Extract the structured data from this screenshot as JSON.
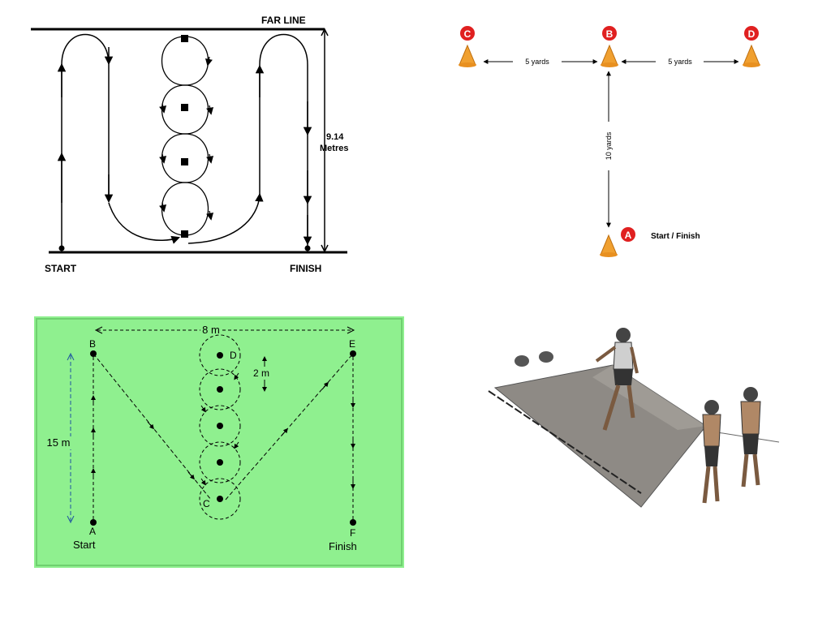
{
  "diagram1": {
    "top_label": "FAR LINE",
    "start_label": "START",
    "finish_label": "FINISH",
    "distance_value": "9.14",
    "distance_unit": "Metres"
  },
  "diagram2": {
    "cone_labels": [
      "C",
      "B",
      "D",
      "A"
    ],
    "left_distance": "5 yards",
    "right_distance": "5 yards",
    "vertical_distance": "10 yards",
    "start_finish": "Start / Finish",
    "cone_color": "#f0a030",
    "badge_color": "#e02020"
  },
  "diagram3": {
    "background_color": "#8ff08f",
    "width_label": "8 m",
    "height_label": "15 m",
    "gap_label": "2 m",
    "point_b": "B",
    "point_d": "D",
    "point_e": "E",
    "point_a": "A",
    "point_c": "C",
    "point_f": "F",
    "start_label": "Start",
    "finish_label": "Finish"
  },
  "illustration": {
    "description_icon": "shuttle-run-illustration"
  }
}
